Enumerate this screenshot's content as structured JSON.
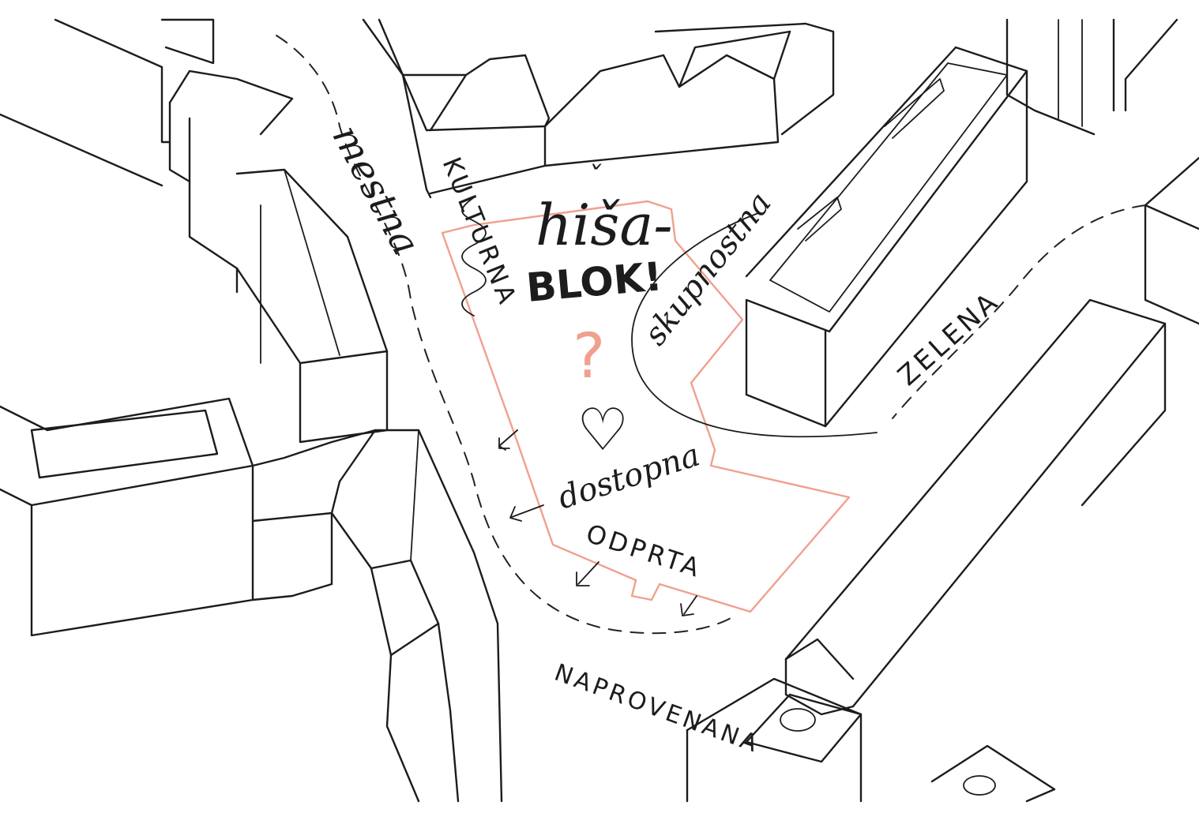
{
  "labels": {
    "title_top": "hiša-",
    "title_bottom": "BLOK!",
    "question_mark": "?",
    "heart": "♡",
    "mestna": "mestna",
    "kulturna": "KULTURNA",
    "skupnostna": "skupnostna",
    "zelena": "ZELENA",
    "dostopna": "dostopna",
    "odprta": "ODPRTA",
    "naprovenana": "NAPROVENANA"
  },
  "colors": {
    "ink": "#1c1c1c",
    "site_outline": "#f0a08e",
    "question_mark": "#f0a08e",
    "background": "#ffffff"
  }
}
